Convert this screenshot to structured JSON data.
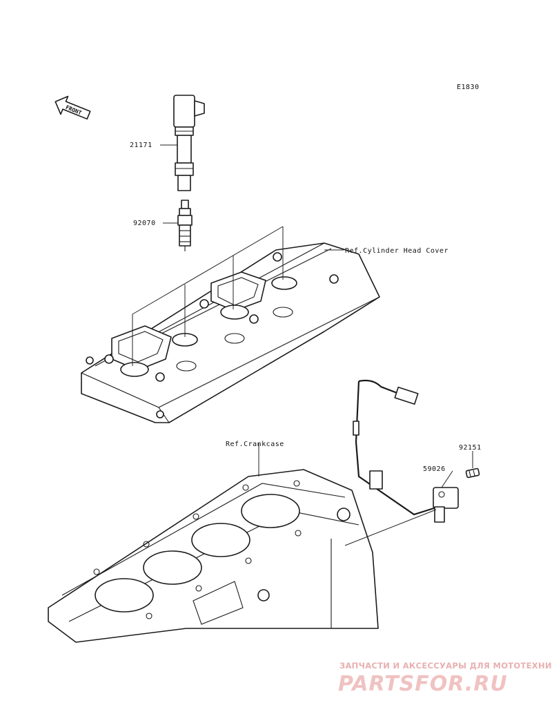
{
  "diagram_code": "E1830",
  "front_arrow_text": "FRONT",
  "labels": {
    "ignition_coil": "21171",
    "spark_plug": "92070",
    "cylinder_head_cover": "Ref.Cylinder Head Cover",
    "crankcase": "Ref.Crankcase",
    "bolt": "92151",
    "sensor": "59026"
  },
  "watermark": {
    "tagline": "ЗАПЧАСТИ И АКСЕССУАРЫ ДЛЯ МОТОТЕХНИКИ",
    "brand": "PARTSFOR.RU"
  }
}
